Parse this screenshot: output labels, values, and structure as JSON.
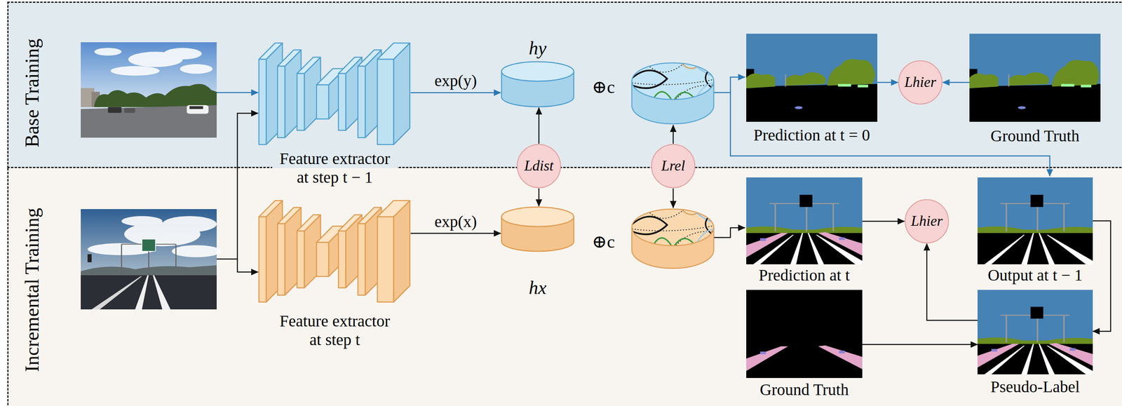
{
  "diagram": {
    "nodes": [
      {
        "text": [
          "Base Training"
        ]
      },
      {
        "text": [
          "Feature extractor at step t − 1"
        ],
        "in": 0
      },
      {
        "text": [
          "hy"
        ],
        "in": 0
      },
      {
        "text": [
          "Prediction at t = 0"
        ],
        "in": 0
      },
      {
        "text": [
          "Lhier"
        ],
        "in": 0
      },
      {
        "text": [
          "Ground Truth"
        ],
        "in": 0
      },
      {
        "text": [
          "Ldist"
        ]
      },
      {
        "text": [
          "Lrel"
        ]
      },
      {
        "text": [
          "Incremental Training"
        ]
      },
      {
        "text": [
          "Feature extractor at step t"
        ],
        "in": 8
      },
      {
        "text": [
          "hx"
        ],
        "in": 8
      },
      {
        "text": [
          "Prediction at t"
        ],
        "in": 8
      },
      {
        "text": [
          "Lhier"
        ],
        "in": 8
      },
      {
        "text": [
          "Output at t − 1"
        ],
        "in": 8
      },
      {
        "text": [
          "Ground Truth"
        ],
        "in": 8
      },
      {
        "text": [
          "Pseudo-Label"
        ],
        "in": 8
      }
    ],
    "edges": [
      {
        "from": 1,
        "to": 2,
        "arrow": "to",
        "label": "exp(y)"
      },
      {
        "from": 9,
        "to": 10,
        "arrow": "to",
        "label": "exp(x)"
      },
      {
        "from": 6,
        "to": 2,
        "arrow": "to"
      },
      {
        "from": 6,
        "to": 10,
        "arrow": "to"
      },
      {
        "from": 3,
        "to": 4,
        "arrow": "to"
      },
      {
        "from": 5,
        "to": 4,
        "arrow": "to"
      },
      {
        "from": 11,
        "to": 12,
        "arrow": "to"
      },
      {
        "from": 13,
        "to": 15,
        "arrow": "to"
      },
      {
        "from": 14,
        "to": 15,
        "arrow": "to"
      },
      {
        "from": 15,
        "to": 12,
        "arrow": "to"
      }
    ],
    "labels": [
      "⊕c",
      "⊕c"
    ]
  }
}
